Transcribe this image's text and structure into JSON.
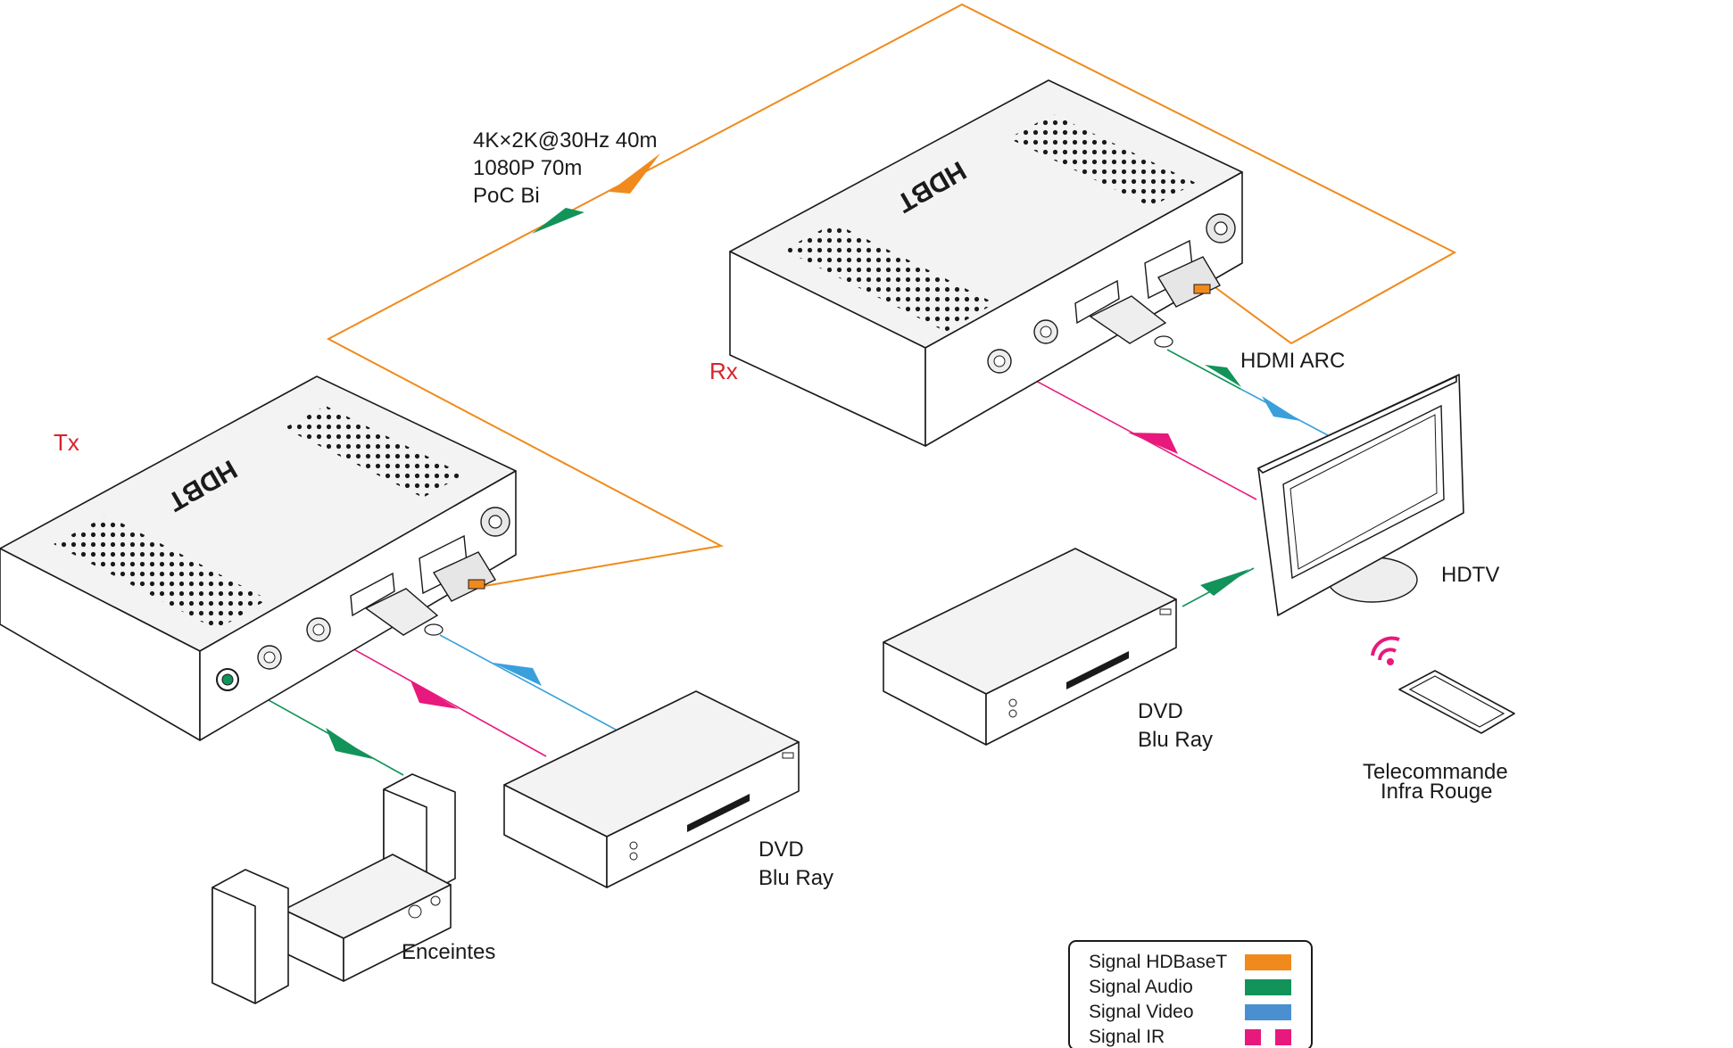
{
  "labels": {
    "tx": "Tx",
    "rx": "Rx",
    "link_line1": "4K×2K@30Hz 40m",
    "link_line2": "1080P 70m",
    "link_line3": "PoC Bi",
    "hdmi_arc": "HDMI ARC",
    "hdtv": "HDTV",
    "dvd_left_line1": "DVD",
    "dvd_left_line2": "Blu Ray",
    "dvd_right_line1": "DVD",
    "dvd_right_line2": "Blu Ray",
    "speakers": "Enceintes",
    "remote_line1": "Telecommande",
    "remote_line2": "Infra Rouge",
    "logo_tx": "HDBT",
    "logo_rx": "HDBT"
  },
  "legend": {
    "items": [
      {
        "label": "Signal HDBaseT",
        "color": "#f08a1c",
        "style": "solid"
      },
      {
        "label": "Signal Audio",
        "color": "#12935a",
        "style": "solid"
      },
      {
        "label": "Signal Video",
        "color": "#4a90d0",
        "style": "solid"
      },
      {
        "label": "Signal IR",
        "color": "#e8197d",
        "style": "dashed"
      }
    ]
  },
  "colors": {
    "hdbaset": "#f08a1c",
    "audio": "#12935a",
    "video": "#3aa0dc",
    "ir": "#e8197d",
    "label_red": "#d8232a"
  }
}
